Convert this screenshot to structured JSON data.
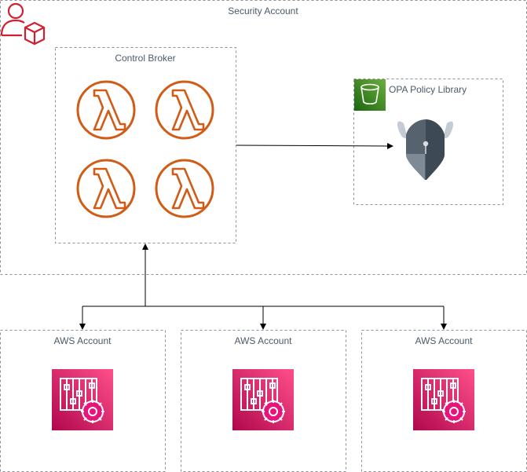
{
  "diagram": {
    "security_account": {
      "label": "Security Account",
      "icon": "account-user-icon"
    },
    "control_broker": {
      "label": "Control Broker",
      "icons": [
        "lambda-icon",
        "lambda-icon",
        "lambda-icon",
        "lambda-icon"
      ]
    },
    "opa_policy_library": {
      "label": "OPA Policy Library",
      "icons": [
        "s3-bucket-icon",
        "opa-viking-icon"
      ]
    },
    "aws_accounts": [
      {
        "label": "AWS Account",
        "icon": "systems-manager-icon"
      },
      {
        "label": "AWS Account",
        "icon": "systems-manager-icon"
      },
      {
        "label": "AWS Account",
        "icon": "systems-manager-icon"
      }
    ],
    "colors": {
      "lambda": "#d05c17",
      "s3": "#3f8624",
      "systems_manager": "#e7157b",
      "account_red": "#d1202f",
      "opa_gray": "#56636f",
      "border": "#8a8f96",
      "label_text": "#4a5a6a"
    }
  }
}
